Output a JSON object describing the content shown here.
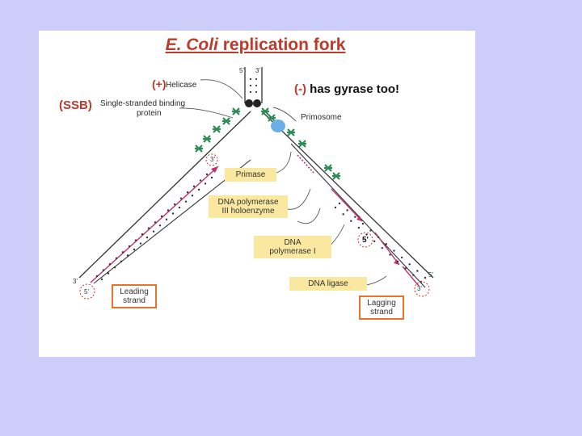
{
  "title": {
    "italic": "E. Coli",
    "rest": " replication fork"
  },
  "annotations": {
    "plus": "(+)",
    "ssb": "(SSB)",
    "gyrase_sign": "(-)",
    "gyrase_text": " has gyrase too!"
  },
  "labels": {
    "helicase": "Helicase",
    "ssb_line1": "Single-stranded binding",
    "ssb_line2": "protein",
    "primosome": "Primosome",
    "primase": "Primase",
    "pol3_line1": "DNA polymerase",
    "pol3_line2": "III holoenzyme",
    "pol1_line1": "DNA",
    "pol1_line2": "polymerase I",
    "ligase": "DNA ligase",
    "leading_line1": "Leading",
    "leading_line2": "strand",
    "lagging_line1": "Lagging",
    "lagging_line2": "strand"
  },
  "ends": {
    "top_5": "5'",
    "top_3": "3'",
    "left_3": "3'",
    "left_5": "5'",
    "right_5": "5'",
    "right_3": "3'",
    "mid_3": "3'",
    "okazaki_5": "5'"
  },
  "colors": {
    "background": "#cdcdfa",
    "title": "#c0392b",
    "label_box": "#fbe8a0",
    "strand_box_border": "#e8742b",
    "ssb": "#2e8b57",
    "primosome": "#6ab0e6",
    "new_strand": "#c0306e"
  }
}
